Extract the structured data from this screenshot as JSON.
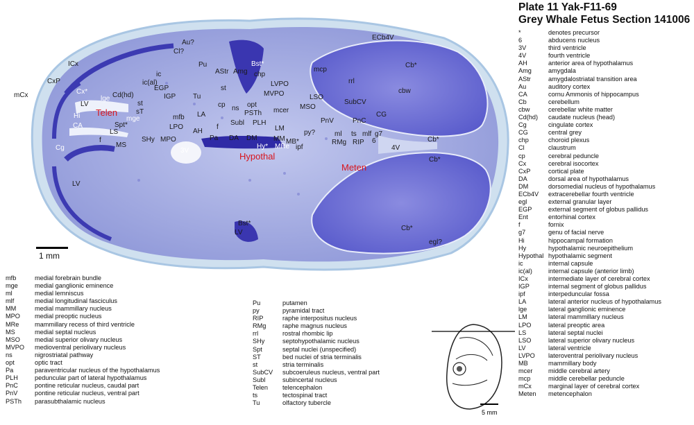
{
  "title": {
    "line1": "Plate 11  Yak-F11-69",
    "line2": "Grey Whale Fetus  Section 141006"
  },
  "scale": {
    "main": "1 mm",
    "inset": "5 mm"
  },
  "regions": {
    "telen": "Telen",
    "hypothal": "Hypothal",
    "meten": "Meten"
  },
  "labels": {
    "au": "Au?",
    "cl": "Cl?",
    "bst": "Bst*",
    "chp": "chp",
    "amg": "Amg",
    "astr": "AStr",
    "pu": "Pu",
    "ic": "ic",
    "ical": "ic(al)",
    "icx": "ICx",
    "cxp": "CxP",
    "cx": "Cx*",
    "mcx": "mCx",
    "lge": "lge",
    "cdhd": "Cd(hd)",
    "egp": "EGP",
    "igp": "IGP",
    "st": "st",
    "st2": "st",
    "sst": "sT",
    "tu": "Tu",
    "lv": "LV",
    "hi": "Hi",
    "ca": "CA",
    "mge": "mge",
    "spt": "Spt*",
    "ls": "LS",
    "f": "f",
    "f2": "f",
    "ms": "MS",
    "shy": "SHy",
    "mpo": "MPO",
    "lpo": "LPO",
    "ah": "AH",
    "mfb": "mfb",
    "la": "LA",
    "cp": "cp",
    "ns": "ns",
    "opt": "opt",
    "psth": "PSTh",
    "subl": "Subl",
    "plh": "PLH",
    "lm": "LM",
    "pa": "Pa",
    "da": "DA",
    "dm": "DM",
    "mm": "MM",
    "hy": "Hy*",
    "mre": "MRe",
    "mb": "MB*",
    "ipf": "ipf",
    "v3": "3V",
    "cg": "Cg",
    "lv2": "LV",
    "lvpo": "LVPO",
    "mvpo": "MVPO",
    "mcer": "mcer",
    "lso": "LSO",
    "mso": "MSO",
    "mcp": "mcp",
    "ecb4v": "ECb4V",
    "cb1": "Cb*",
    "cbw": "cbw",
    "rrl": "rrl",
    "subcv": "SubCV",
    "pnv": "PnV",
    "pnc": "PnC",
    "cg2": "CG",
    "py": "py?",
    "ml": "ml",
    "ts": "ts",
    "mlf": "mlf",
    "g7": "g7",
    "six": "6",
    "rmg": "RMg",
    "rip": "RIP",
    "v4": "4V",
    "cb2": "Cb*",
    "cb3": "Cb*",
    "cb4": "Cb*",
    "egl": "egl?",
    "lbh": "Bst*",
    "lv3": "LV"
  },
  "legend_right": [
    [
      "*",
      "denotes precursor"
    ],
    [
      "6",
      "abducens nucleus"
    ],
    [
      "3V",
      "third ventricle"
    ],
    [
      "4V",
      "fourth ventricle"
    ],
    [
      "AH",
      "anterior area of hypothalamus"
    ],
    [
      "Amg",
      "amygdala"
    ],
    [
      "AStr",
      "amygdalostriatal transition area"
    ],
    [
      "Au",
      "auditory cortex"
    ],
    [
      "CA",
      "cornu Ammonis of hippocampus"
    ],
    [
      "Cb",
      "cerebellum"
    ],
    [
      "cbw",
      "cerebellar white matter"
    ],
    [
      "Cd(hd)",
      "caudate nucleus (head)"
    ],
    [
      "Cg",
      "cingulate cortex"
    ],
    [
      "CG",
      "central grey"
    ],
    [
      "chp",
      "choroid plexus"
    ],
    [
      "Cl",
      "claustrum"
    ],
    [
      "cp",
      "cerebral peduncle"
    ],
    [
      "Cx",
      "cerebral isocortex"
    ],
    [
      "CxP",
      "cortical plate"
    ],
    [
      "DA",
      "dorsal area of hypothalamus"
    ],
    [
      "DM",
      "dorsomedial nucleus of hypothalamus"
    ],
    [
      "ECb4V",
      "extracerebellar fourth ventricle"
    ],
    [
      "egl",
      "external granular layer"
    ],
    [
      "EGP",
      "external segment of globus pallidus"
    ],
    [
      "Ent",
      "entorhinal cortex"
    ],
    [
      "f",
      "fornix"
    ],
    [
      "g7",
      "genu of facial nerve"
    ],
    [
      "Hi",
      "hippocampal formation"
    ],
    [
      "Hy",
      "hypothalamic neuroepithelium"
    ],
    [
      "Hypothal",
      "hypothalamic segment"
    ],
    [
      "ic",
      "internal capsule"
    ],
    [
      "ic(al)",
      "internal capsule (anterior limb)"
    ],
    [
      "ICx",
      "intermediate layer of cerebral cortex"
    ],
    [
      "IGP",
      "internal segment of globus pallidus"
    ],
    [
      "ipf",
      "interpeduncular fossa"
    ],
    [
      "LA",
      "lateral anterior nucleus of hypothalamus"
    ],
    [
      "lge",
      "lateral ganglionic eminence"
    ],
    [
      "LM",
      "lateral mammillary nucleus"
    ],
    [
      "LPO",
      "lateral preoptic area"
    ],
    [
      "LS",
      "lateral septal nuclei"
    ],
    [
      "LSO",
      "lateral superior olivary nucleus"
    ],
    [
      "LV",
      "lateral ventricle"
    ],
    [
      "LVPO",
      "lateroventral periolivary nucleus"
    ],
    [
      "MB",
      "mammillary body"
    ],
    [
      "mcer",
      "middle cerebral artery"
    ],
    [
      "mcp",
      "middle cerebellar peduncle"
    ],
    [
      "mCx",
      "marginal layer of cerebral cortex"
    ],
    [
      "Meten",
      "metencephalon"
    ]
  ],
  "legend_bottom_left": [
    [
      "mfb",
      "medial forebrain bundle"
    ],
    [
      "mge",
      "medial ganglionic eminence"
    ],
    [
      "ml",
      "medial lemniscus"
    ],
    [
      "mlf",
      "medial longitudinal fasciculus"
    ],
    [
      "MM",
      "medial mammillary nucleus"
    ],
    [
      "MPO",
      "medial preoptic nucleus"
    ],
    [
      "MRe",
      "mammillary recess of third ventricle"
    ],
    [
      "MS",
      "medial septal nucleus"
    ],
    [
      "MSO",
      "medial superior olivary nucleus"
    ],
    [
      "MVPO",
      "medioventral periolivary nucleus"
    ],
    [
      "ns",
      "nigrostriatal pathway"
    ],
    [
      "opt",
      "optic tract"
    ],
    [
      "Pa",
      "paraventricular nucleus of the hypothalamus"
    ],
    [
      "PLH",
      "peduncular part of lateral hypothalamus"
    ],
    [
      "PnC",
      "pontine reticular nucleus, caudal part"
    ],
    [
      "PnV",
      "pontine reticular nucleus, ventral part"
    ],
    [
      "PSTh",
      "parasubthalamic nucleus"
    ]
  ],
  "legend_bottom_mid": [
    [
      "Pu",
      "putamen"
    ],
    [
      "py",
      "pyramidal tract"
    ],
    [
      "RIP",
      "raphe interpositus nucleus"
    ],
    [
      "RMg",
      "raphe magnus nucleus"
    ],
    [
      "rrl",
      "rostral rhombic lip"
    ],
    [
      "SHy",
      "septohypothalamic nucleus"
    ],
    [
      "Spt",
      "septal nuclei (unspecified)"
    ],
    [
      "ST",
      "bed nuclei of stria terminalis"
    ],
    [
      "st",
      "stria terminalis"
    ],
    [
      "SubCV",
      "subcoeruleus nucleus, ventral part"
    ],
    [
      "Subl",
      "subincertal nucleus"
    ],
    [
      "Telen",
      "telencephalon"
    ],
    [
      "ts",
      "tectospinal tract"
    ],
    [
      "Tu",
      "olfactory tubercle"
    ]
  ],
  "colors": {
    "tissue": "#9aa3dc",
    "dense": "#3f3fb8",
    "region_label": "#d8141c",
    "background": "#ffffff"
  }
}
